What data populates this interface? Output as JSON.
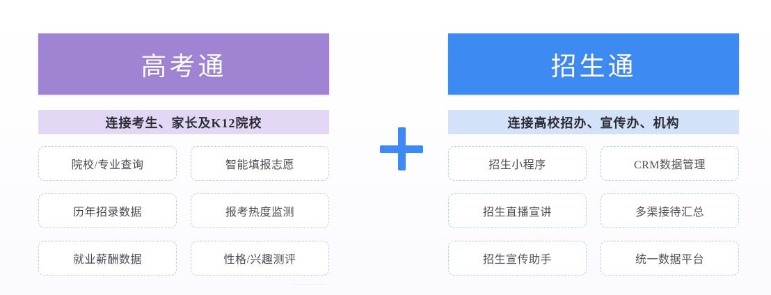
{
  "diagram": {
    "plus_symbol": "+",
    "plus_color": "#3d8bf2",
    "columns": [
      {
        "id": "gaokaotong",
        "title": "高考通",
        "banner_color": "#a183d4",
        "band_color": "#e2d7f5",
        "border_color": "#c9c9d2",
        "subtitle": "连接考生、家长及K12院校",
        "features": [
          "院校/专业查询",
          "智能填报志愿",
          "历年招录数据",
          "报考热度监测",
          "就业薪酬数据",
          "性格/兴趣测评"
        ]
      },
      {
        "id": "zhaoshengtong",
        "title": "招生通",
        "banner_color": "#3d8bf2",
        "band_color": "#d3e2f8",
        "border_color": "#a9d7e0",
        "subtitle": "连接高校招办、宣传办、机构",
        "features": [
          "招生小程序",
          "CRM数据管理",
          "招生直播宣讲",
          "多渠接待汇总",
          "招生宣传助手",
          "统一数据平台"
        ]
      }
    ]
  }
}
